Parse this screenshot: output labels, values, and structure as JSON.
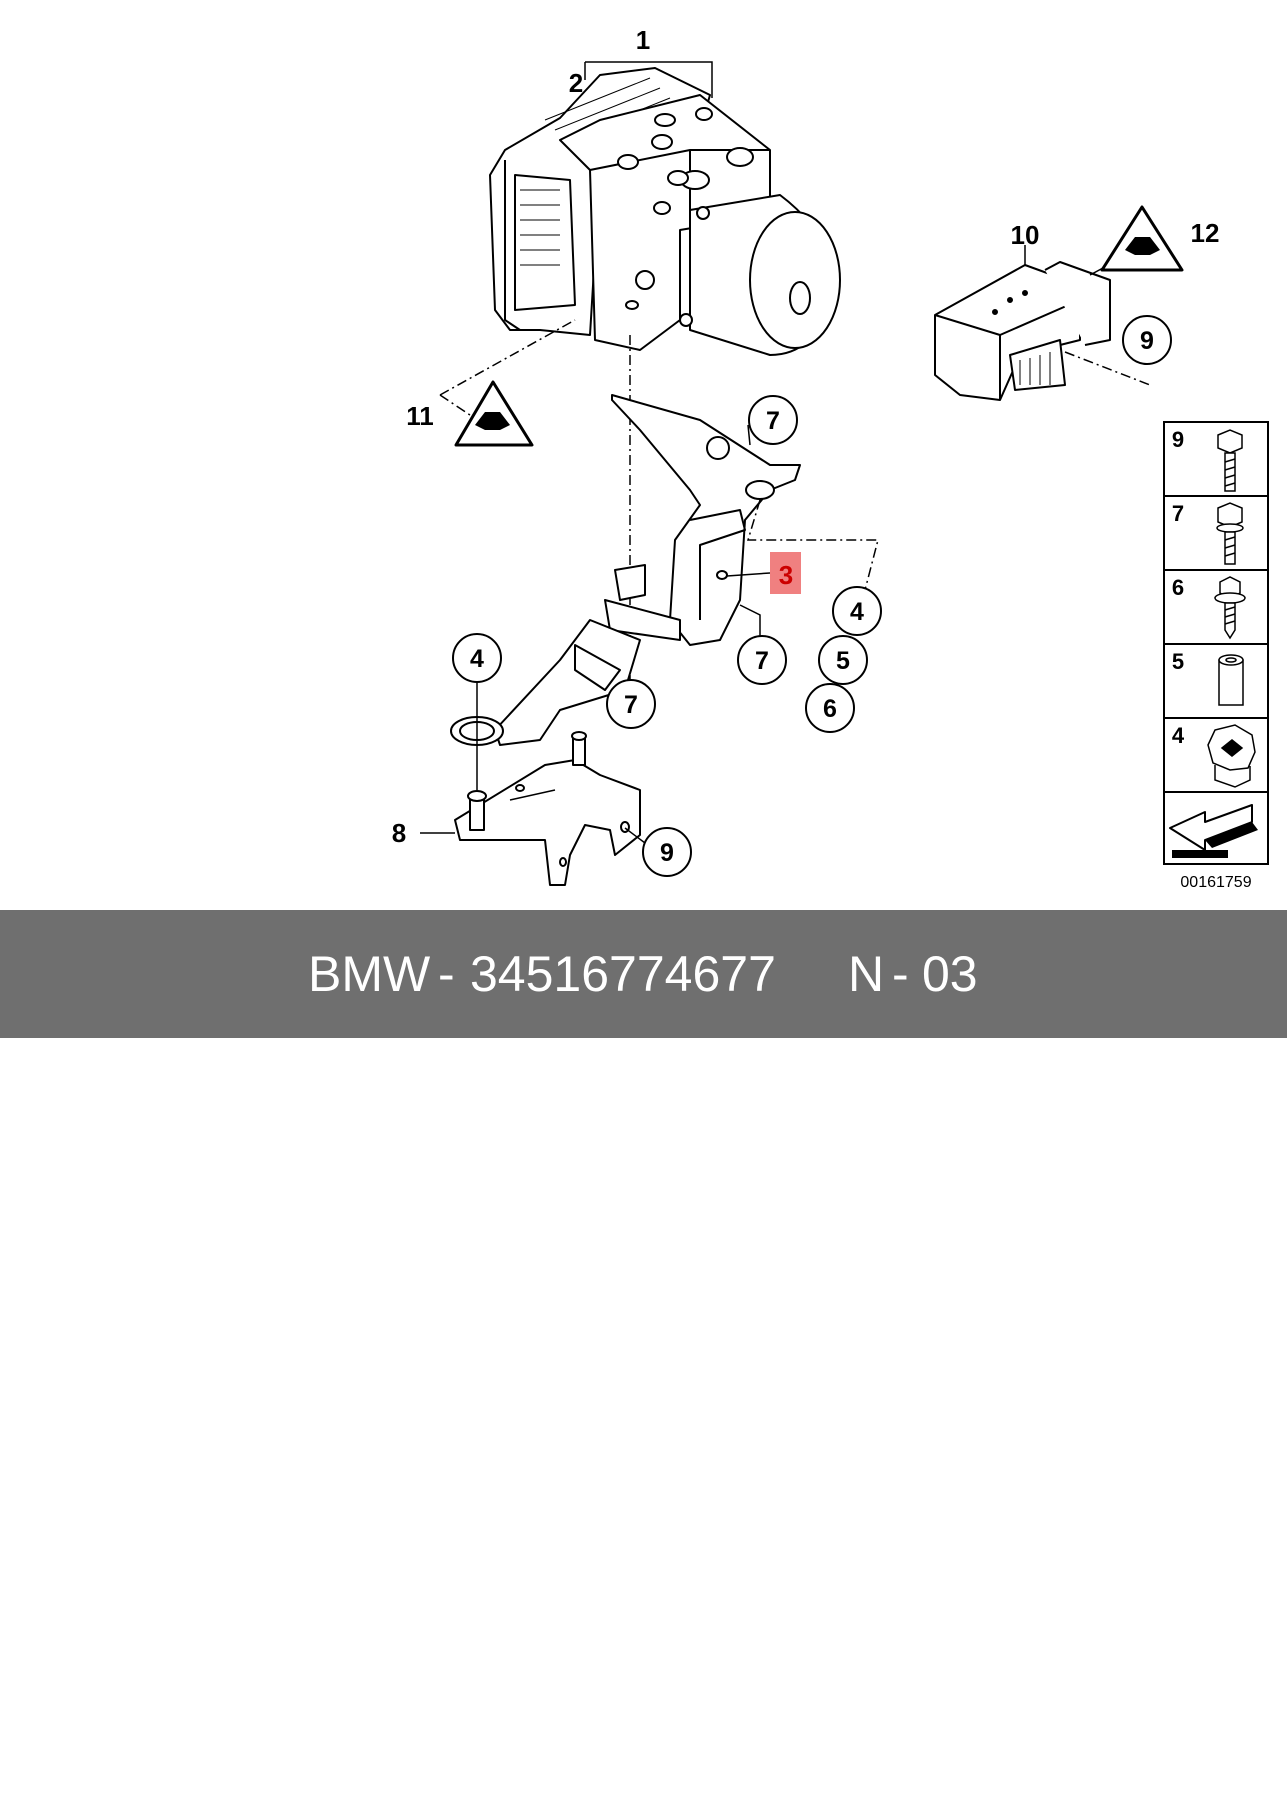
{
  "diagram": {
    "callouts": {
      "c1": "1",
      "c2": "2",
      "c3": "3",
      "c4a": "4",
      "c4b": "4",
      "c5": "5",
      "c6": "6",
      "c7a": "7",
      "c7b": "7",
      "c7c": "7",
      "c8": "8",
      "c9a": "9",
      "c9b": "9",
      "c10": "10",
      "c11": "11",
      "c12": "12"
    },
    "highlight_color": "#f08080",
    "legend": {
      "rows": [
        {
          "num": "9",
          "icon": "bolt-hex-long-icon"
        },
        {
          "num": "7",
          "icon": "bolt-hex-flange-icon"
        },
        {
          "num": "6",
          "icon": "self-tapping-screw-icon"
        },
        {
          "num": "5",
          "icon": "spacer-sleeve-icon"
        },
        {
          "num": "4",
          "icon": "rubber-grommet-icon"
        }
      ],
      "arrow_icon": "direction-arrow-icon"
    },
    "drawing_number": "00161759"
  },
  "footer": {
    "brand": "BMW",
    "sep1": "-",
    "part_number": "34516774677",
    "position_code": "N",
    "sep2": "-",
    "position_number": "03"
  }
}
